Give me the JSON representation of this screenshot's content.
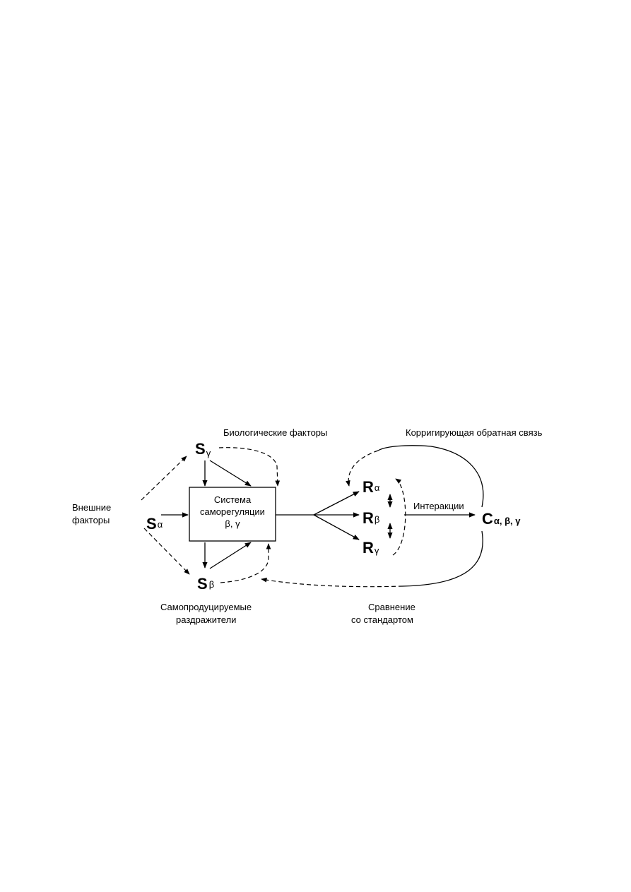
{
  "labels": {
    "biological_factors": "Биологические факторы",
    "external_factors_line1": "Внешние",
    "external_factors_line2": "факторы",
    "self_produced_line1": "Самопродуцируемые",
    "self_produced_line2": "раздражители",
    "corrective_feedback": "Корригирующая обратная связь",
    "interaction": "Интеракции",
    "comparison_line1": "Сравнение",
    "comparison_line2": "со стандартом"
  },
  "box": {
    "line1": "Система",
    "line2": "саморегуляции",
    "line3": "β, γ"
  },
  "nodes": {
    "s_gamma": {
      "letter": "S",
      "sub": "γ"
    },
    "s_alpha": {
      "letter": "S",
      "sub": "α"
    },
    "s_beta": {
      "letter": "S",
      "sub": "β"
    },
    "r_alpha": {
      "letter": "R",
      "sub": "α"
    },
    "r_beta": {
      "letter": "R",
      "sub": "β"
    },
    "r_gamma": {
      "letter": "R",
      "sub": "γ"
    },
    "c": {
      "letter": "C",
      "sub": "α, β, γ"
    }
  }
}
